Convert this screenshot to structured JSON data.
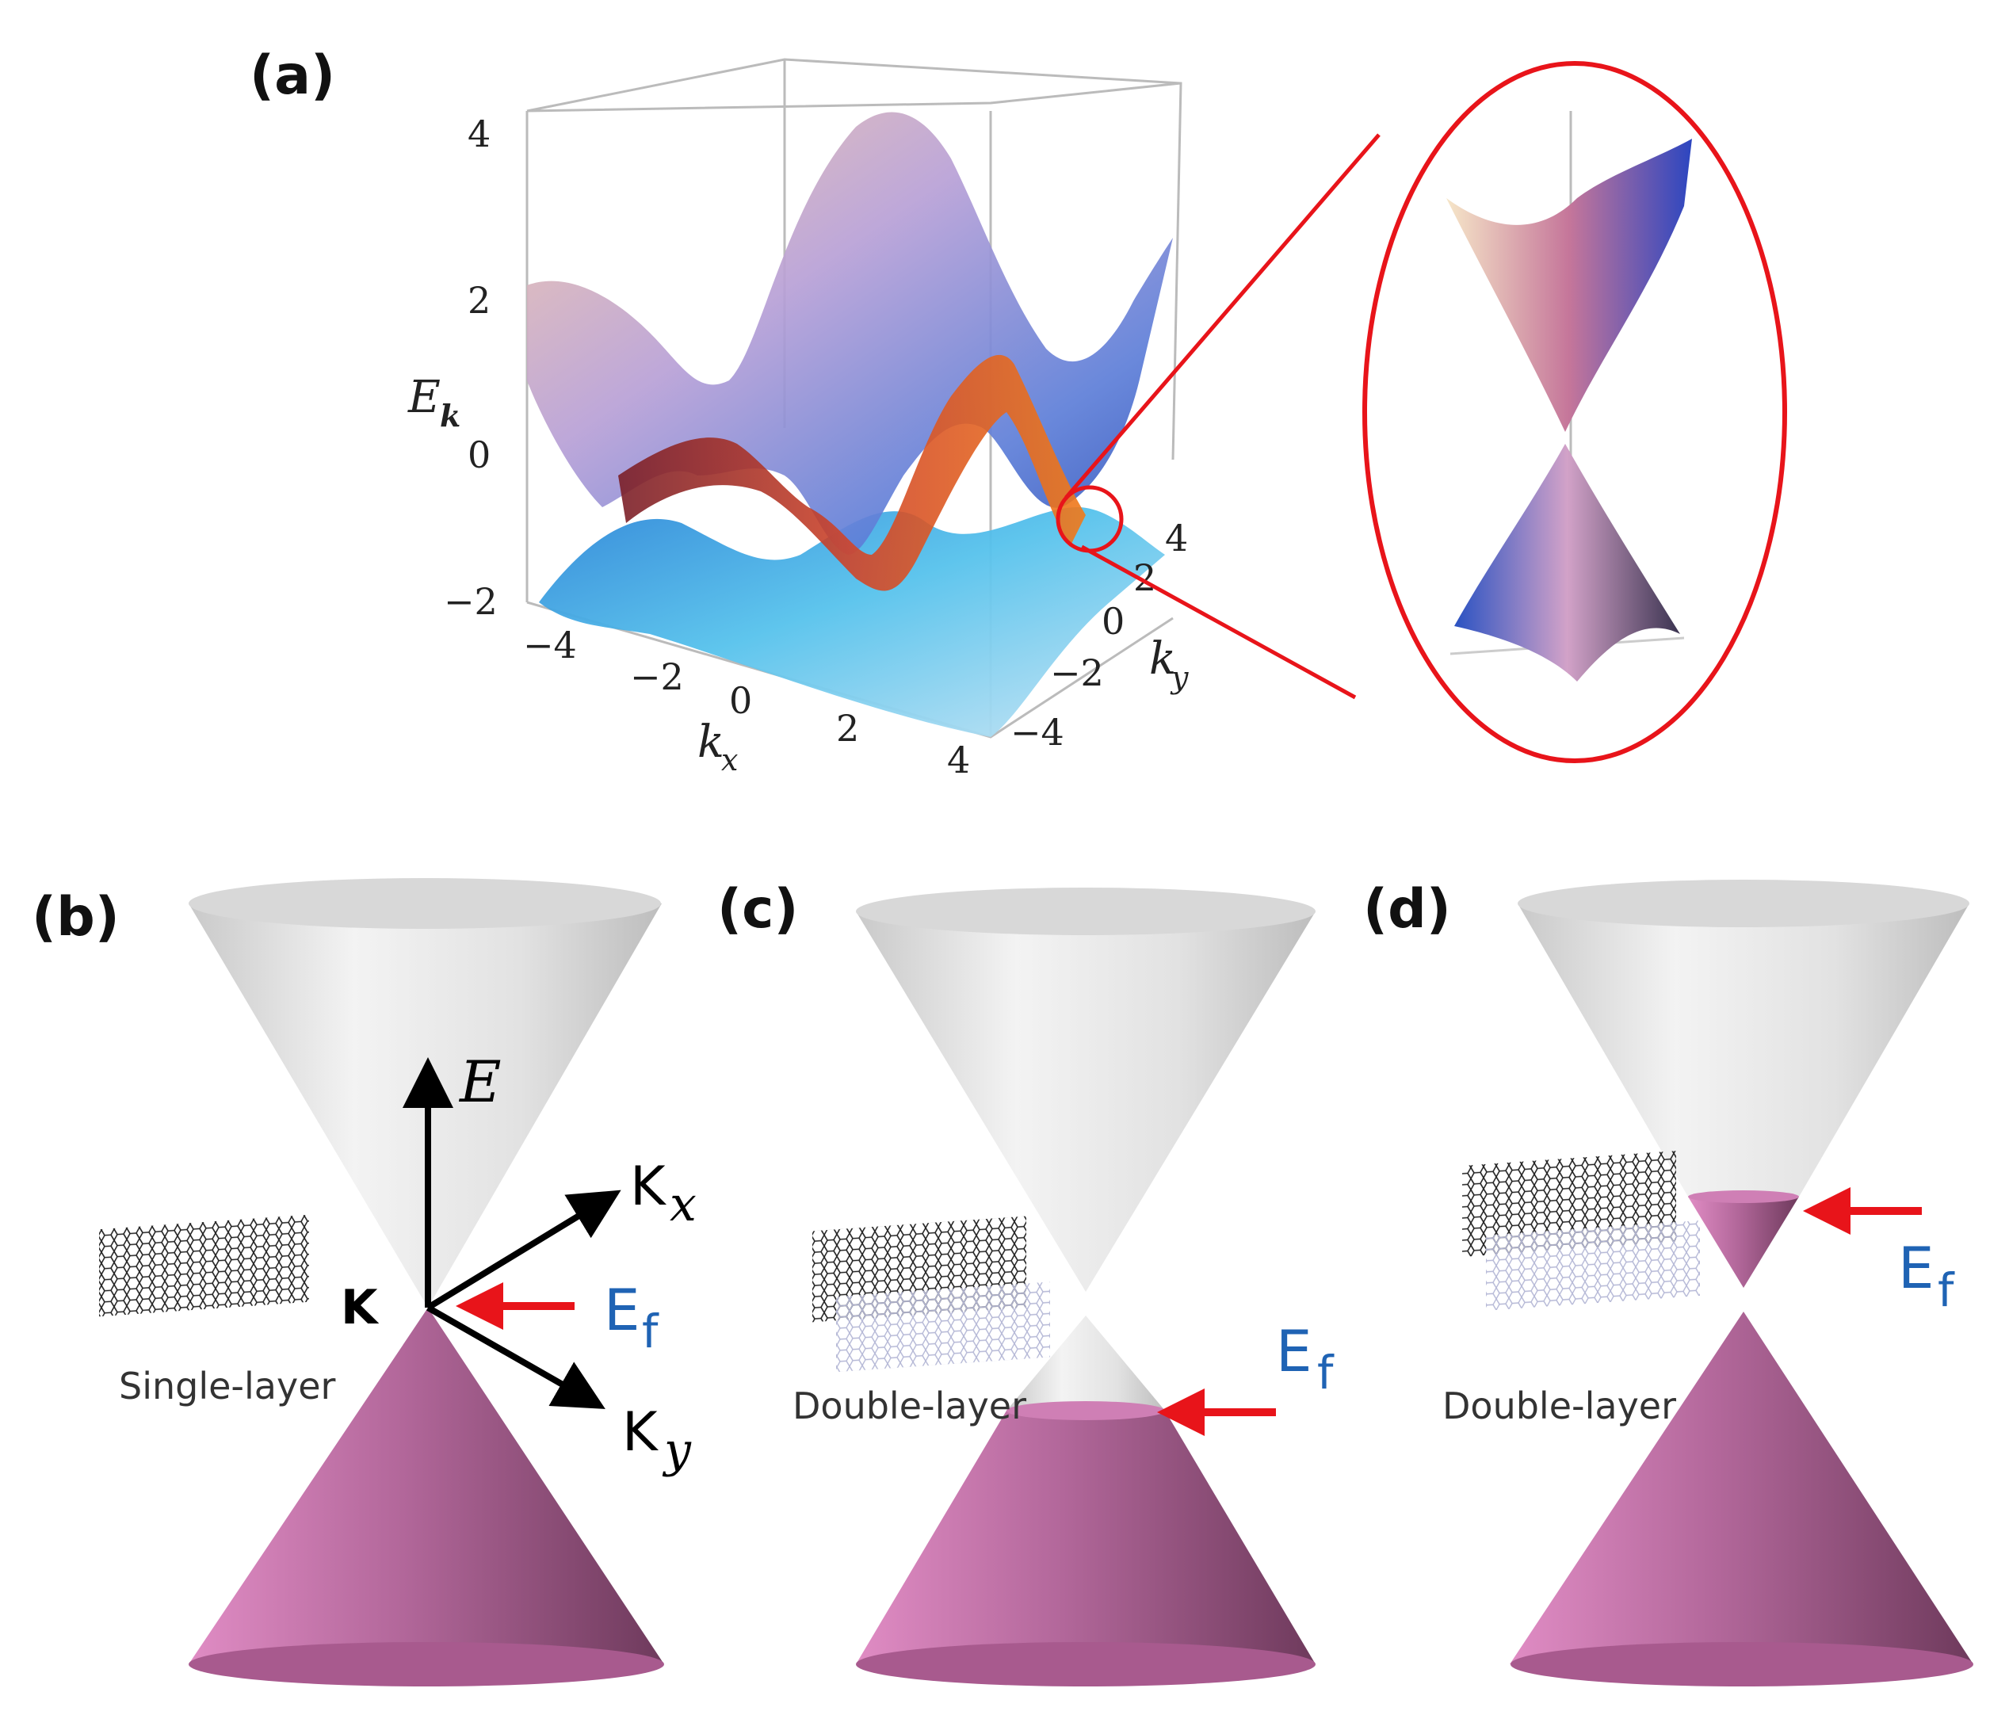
{
  "panels": {
    "a": {
      "label": "(a)"
    },
    "b": {
      "label": "(b)",
      "caption": "Single-layer",
      "k_point": "K",
      "axis_e": "E",
      "axis_kx": "K",
      "axis_kx_sub": "x",
      "axis_ky": "K",
      "axis_ky_sub": "y",
      "fermi_main": "E",
      "fermi_sub": "f"
    },
    "c": {
      "label": "(c)",
      "caption": "Double-layer",
      "fermi_main": "E",
      "fermi_sub": "f"
    },
    "d": {
      "label": "(d)",
      "caption": "Double-layer",
      "fermi_main": "E",
      "fermi_sub": "f"
    }
  },
  "plot_3d": {
    "z_axis_title": "E",
    "z_axis_sub": "k",
    "z_ticks": [
      "4",
      "2",
      "0",
      "−2"
    ],
    "x_axis_title": "k",
    "x_axis_sub": "x",
    "x_ticks": [
      "−4",
      "−2",
      "0",
      "2",
      "4"
    ],
    "y_axis_title": "k",
    "y_axis_sub": "y",
    "y_ticks": [
      "4",
      "2",
      "0",
      "−2",
      "−4"
    ]
  },
  "colors": {
    "valence_cone": "#b0608e",
    "conduction_cone": "#e8e8e8",
    "fermi_arrow": "#e8141a",
    "fermi_text": "#1f63b4",
    "zoom_ring": "#e8141a"
  }
}
